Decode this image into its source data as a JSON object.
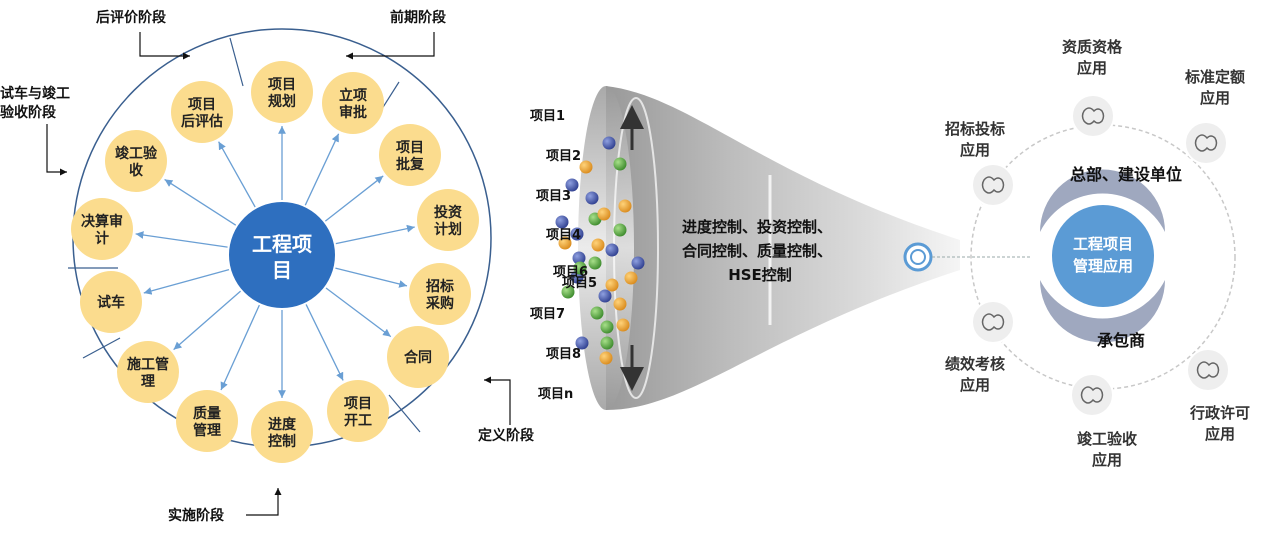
{
  "lifecycle": {
    "center": [
      "工程项",
      "目"
    ],
    "nodes": [
      {
        "id": "n1",
        "lines": [
          "项目",
          "规划"
        ]
      },
      {
        "id": "n2",
        "lines": [
          "立项",
          "审批"
        ]
      },
      {
        "id": "n3",
        "lines": [
          "项目",
          "批复"
        ]
      },
      {
        "id": "n4",
        "lines": [
          "投资",
          "计划"
        ]
      },
      {
        "id": "n5",
        "lines": [
          "招标",
          "采购"
        ]
      },
      {
        "id": "n6",
        "lines": [
          "合同"
        ]
      },
      {
        "id": "n7",
        "lines": [
          "项目",
          "开工"
        ]
      },
      {
        "id": "n8",
        "lines": [
          "进度",
          "控制"
        ]
      },
      {
        "id": "n9",
        "lines": [
          "质量",
          "管理"
        ]
      },
      {
        "id": "n10",
        "lines": [
          "施工管",
          "理"
        ]
      },
      {
        "id": "n11",
        "lines": [
          "试车"
        ]
      },
      {
        "id": "n12",
        "lines": [
          "决算审",
          "计"
        ]
      },
      {
        "id": "n13",
        "lines": [
          "竣工验",
          "收"
        ]
      },
      {
        "id": "n14",
        "lines": [
          "项目",
          "后评估"
        ]
      }
    ],
    "phases": {
      "post_eval": "后评价阶段",
      "early": "前期阶段",
      "trial": [
        "试车与竣工",
        "验收阶段"
      ],
      "define": "定义阶段",
      "implement": "实施阶段"
    }
  },
  "funnel": {
    "projects": [
      "项目1",
      "项目2",
      "项目3",
      "项目4",
      "项目6",
      "项目5",
      "项目7",
      "项目8",
      "项目n"
    ],
    "control_lines": [
      "进度控制、投资控制、",
      "合同控制、质量控制、",
      "HSE控制"
    ],
    "ball_colors": {
      "blue": "#2f3f8f",
      "orange": "#e8a030",
      "green": "#4a9a3a"
    }
  },
  "apps": {
    "hub": [
      "工程项目",
      "管理应用"
    ],
    "top_ring_label": "总部、建设单位",
    "bottom_ring_label": "承包商",
    "items": [
      {
        "id": "a1",
        "lines": [
          "资质资格",
          "应用"
        ]
      },
      {
        "id": "a2",
        "lines": [
          "标准定额",
          "应用"
        ]
      },
      {
        "id": "a3",
        "lines": [
          "招标投标",
          "应用"
        ]
      },
      {
        "id": "a4",
        "lines": [
          "绩效考核",
          "应用"
        ]
      },
      {
        "id": "a5",
        "lines": [
          "竣工验收",
          "应用"
        ]
      },
      {
        "id": "a6",
        "lines": [
          "行政许可",
          "应用"
        ]
      }
    ]
  },
  "colors": {
    "node_fill": "#fbdc8e",
    "center_fill": "#2e6fbf",
    "hub_fill": "#5b9bd5",
    "ring_fill": "#9fa8bf",
    "arrow": "#6a9fd4"
  }
}
